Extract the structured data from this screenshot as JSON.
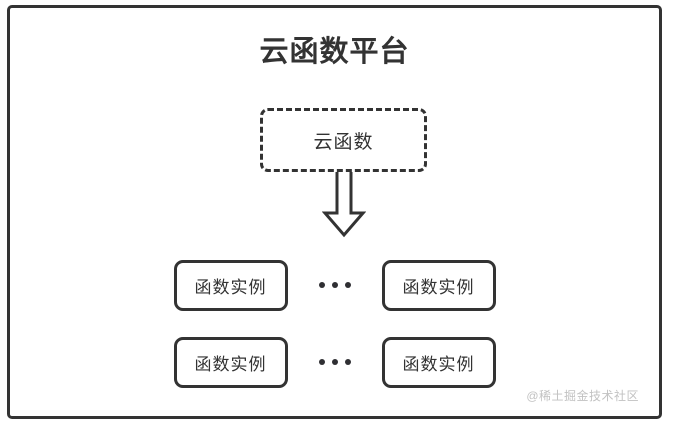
{
  "diagram": {
    "type": "architecture-block-diagram",
    "title": "云函数平台",
    "frame_color": "#333333",
    "background_color": "#ffffff",
    "cloud_function": {
      "label": "云函数",
      "border_style": "dashed",
      "border_color": "#333333"
    },
    "arrow": {
      "name": "down-block-arrow",
      "direction": "down",
      "style": "hollow-outline",
      "color": "#333333"
    },
    "instance_rows": [
      {
        "left_instance": "函数实例",
        "ellipsis": "•••",
        "right_instance": "函数实例"
      },
      {
        "left_instance": "函数实例",
        "ellipsis": "•••",
        "right_instance": "函数实例"
      }
    ],
    "watermark": "@稀土掘金技术社区"
  }
}
